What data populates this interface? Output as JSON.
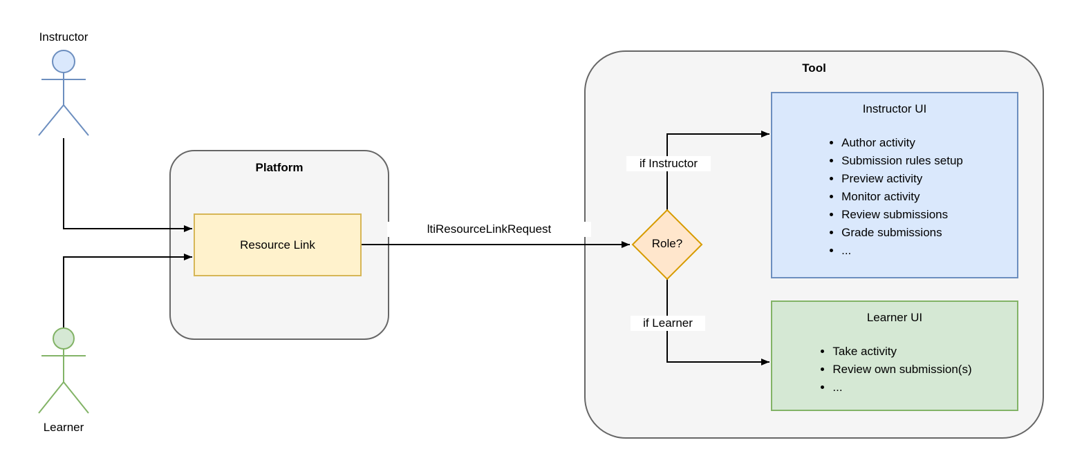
{
  "diagram": {
    "actors": {
      "instructor": {
        "label": "Instructor"
      },
      "learner": {
        "label": "Learner"
      }
    },
    "platform": {
      "title": "Platform",
      "resource_link": {
        "label": "Resource Link"
      }
    },
    "edges": {
      "lti_request": {
        "label": "ltiResourceLinkRequest"
      },
      "if_instructor": {
        "label": "if Instructor"
      },
      "if_learner": {
        "label": "if Learner"
      }
    },
    "role_decision": {
      "label": "Role?"
    },
    "tool": {
      "title": "Tool",
      "instructor_ui": {
        "title": "Instructor UI",
        "items": [
          "Author activity",
          "Submission rules setup",
          "Preview activity",
          "Monitor activity",
          "Review submissions",
          "Grade submissions",
          "..."
        ]
      },
      "learner_ui": {
        "title": "Learner UI",
        "items": [
          "Take activity",
          "Review own submission(s)",
          "..."
        ]
      }
    },
    "colors": {
      "resource_link_fill": "#fff2cc",
      "resource_link_border": "#d6b656",
      "role_diamond_fill": "#ffe6cc",
      "role_diamond_border": "#d79b00",
      "instructor_ui_fill": "#dae8fc",
      "instructor_ui_border": "#6c8ebf",
      "learner_ui_fill": "#d5e8d4",
      "learner_ui_border": "#82b366",
      "container_fill": "#f5f5f5",
      "container_border": "#666666",
      "edge_color": "#000000"
    }
  }
}
